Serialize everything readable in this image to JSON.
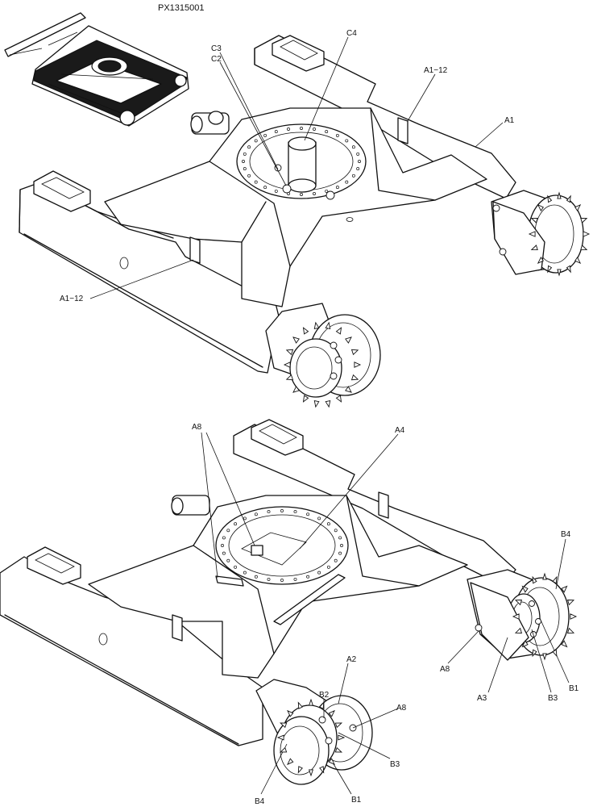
{
  "doc_code": "PX1315001",
  "labels": {
    "top_c4": "C4",
    "top_c3": "C3",
    "top_c2": "C2",
    "top_a1_12_right": "A1−12",
    "top_a1": "A1",
    "top_a1_12_left": "A1−12",
    "bot_a8_top": "A8",
    "bot_a4": "A4",
    "bot_b4_right": "B4",
    "bot_a8_right": "A8",
    "bot_a3": "A3",
    "bot_b3_right": "B3",
    "bot_b1_right": "B1",
    "bot_b2": "B2",
    "bot_a2": "A2",
    "bot_a8_lower": "A8",
    "bot_b3_lower": "B3",
    "bot_b4_lower": "B4",
    "bot_b1_lower": "B1"
  }
}
